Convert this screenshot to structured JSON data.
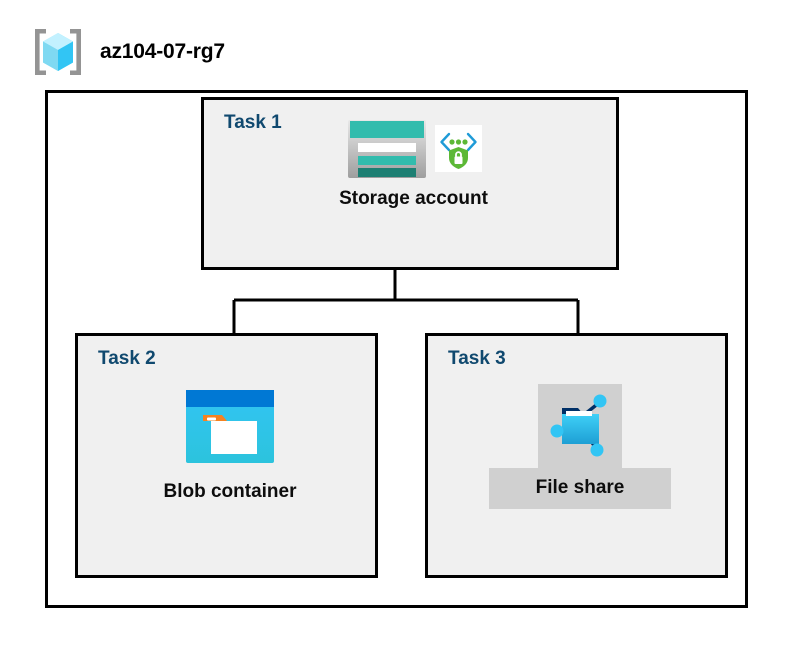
{
  "header": {
    "icon": "resource-group-icon",
    "title": "az104-07-rg7"
  },
  "container": {
    "name": "resource-group-container"
  },
  "panels": [
    {
      "id": "task1",
      "label": "Task 1",
      "node": {
        "caption": "Storage account",
        "icons": [
          "storage-account-icon",
          "security-shield-icon"
        ]
      }
    },
    {
      "id": "task2",
      "label": "Task 2",
      "node": {
        "caption": "Blob container",
        "icons": [
          "blob-container-icon"
        ]
      }
    },
    {
      "id": "task3",
      "label": "Task 3",
      "node": {
        "caption": "File share",
        "icons": [
          "file-share-icon"
        ]
      },
      "highlighted": true
    }
  ],
  "connectors": {
    "description": "Storage account branches down to Blob container and File share"
  },
  "colors": {
    "task_label": "#10496f",
    "panel_background": "#f0f0f0",
    "container_background": "#ffffff",
    "border": "#000000",
    "highlight": "#d0d0d0",
    "storage_teal": "#32bcad",
    "storage_teal_dark": "#1d7f73",
    "blob_blue": "#0078d4",
    "blob_cyan": "#32c5f4",
    "blob_orange": "#f58220",
    "fileshare_cyan": "#32c5f4",
    "fileshare_navy": "#003067",
    "security_green": "#5cb836",
    "security_blue": "#1f9bd7",
    "rg_cube_cyan": "#50e6ff",
    "rg_bracket_gray": "#949494"
  }
}
